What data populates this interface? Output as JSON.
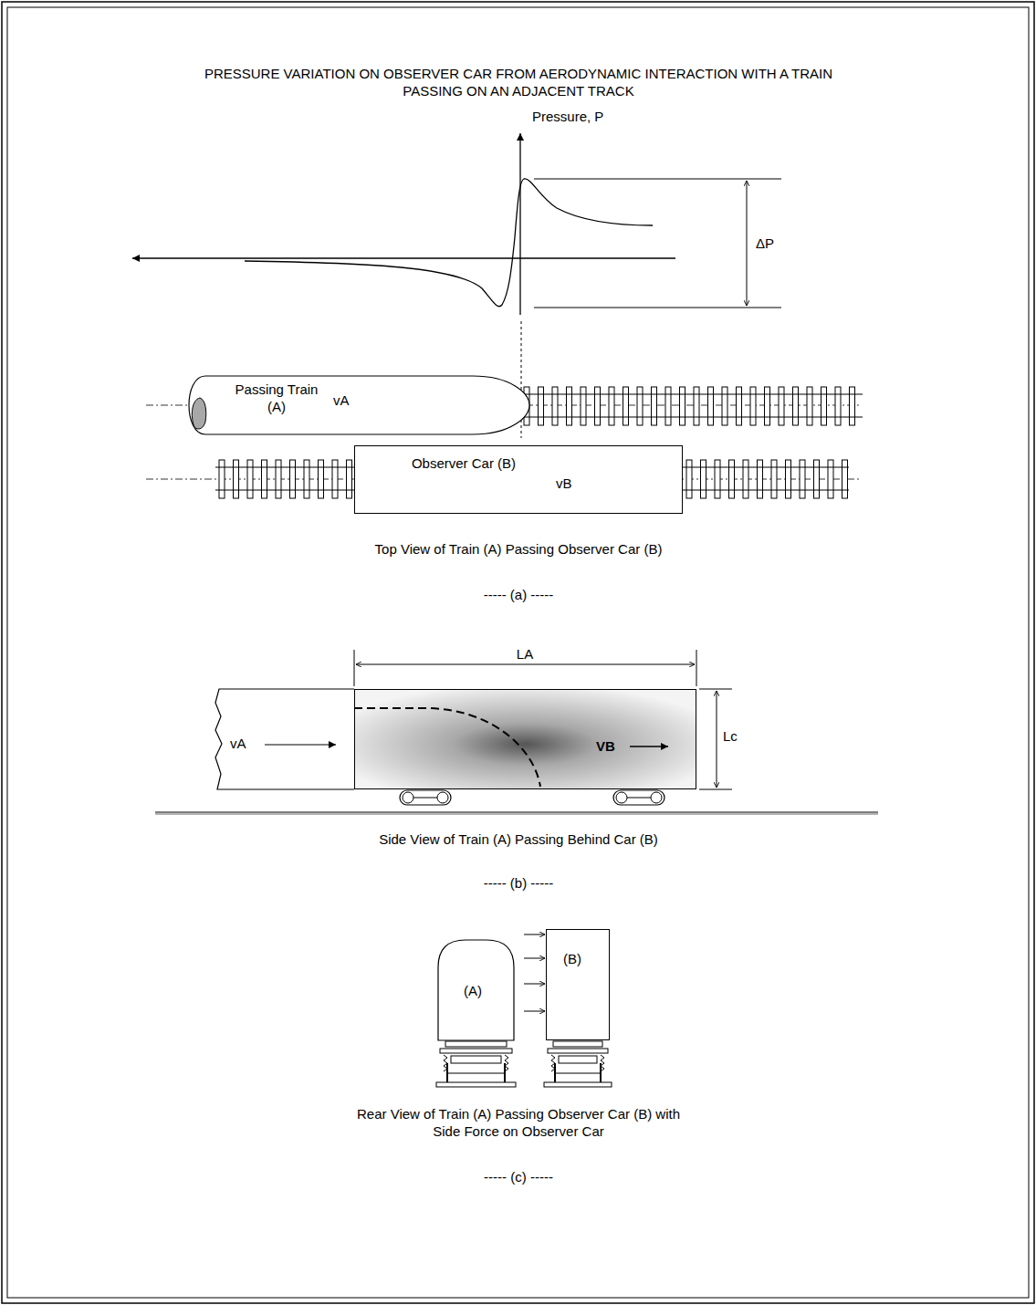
{
  "diagram": {
    "title": "PRESSURE VARIATION ON OBSERVER CAR FROM AERODYNAMIC INTERACTION WITH A TRAIN PASSING ON AN ADJACENT TRACK",
    "nodes": [
      {
        "text": [
          "Passing Train (A)",
          "vA"
        ]
      },
      {
        "text": [
          "Observer Car (B)",
          "vB"
        ]
      },
      {
        "text": [
          "VB"
        ]
      },
      {
        "text": [
          "(A)"
        ]
      },
      {
        "text": [
          "(B)"
        ]
      }
    ],
    "labels": [
      "Pressure, P",
      "ΔP",
      "Top View of Train (A) Passing Observer Car (B)",
      "----- (a) -----",
      "LA",
      "vA",
      "Lc",
      "Side View of Train (A) Passing Behind Car (B)",
      "----- (b) -----",
      "Rear View of Train (A) Passing Observer Car (B) with Side Force on Observer Car",
      "----- (c) -----"
    ]
  }
}
